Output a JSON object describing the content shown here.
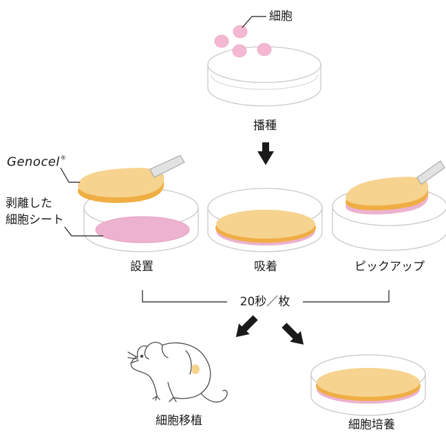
{
  "labels": {
    "cells": "細胞",
    "seeding": "播種",
    "genocel": "Genocel",
    "registered": "®",
    "detached_sheet_line1": "剥離した",
    "detached_sheet_line2": "細胞シート",
    "placement": "設置",
    "adsorption": "吸着",
    "pickup": "ピックアップ",
    "rate": "20秒／枚",
    "transplant": "細胞移植",
    "culture": "細胞培養"
  },
  "colors": {
    "cell_pink": "#f4b8d2",
    "sheet_pink": "#ecb2cf",
    "membrane_fill": "#f6d38f",
    "membrane_edge": "#efae44",
    "dish_line": "#c8c8c8",
    "arrow": "#1a1a1a"
  }
}
